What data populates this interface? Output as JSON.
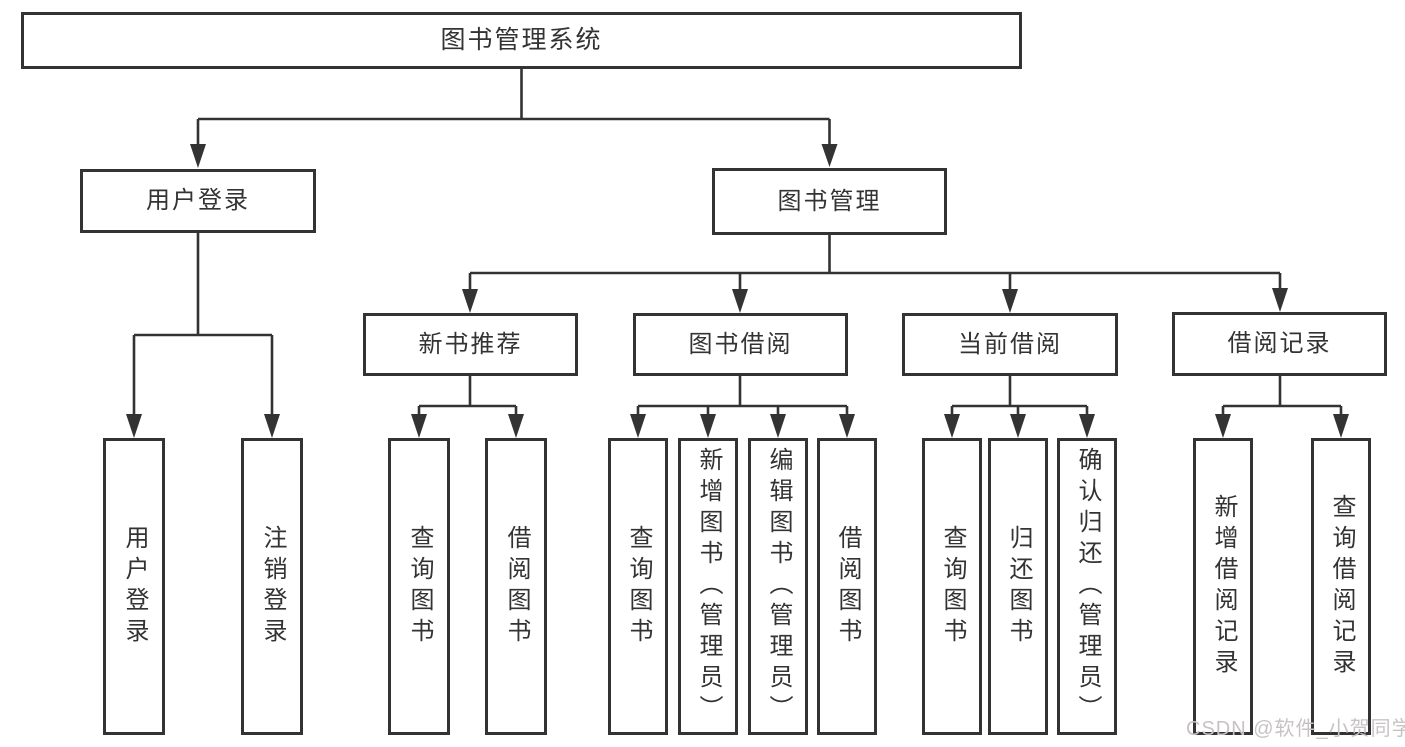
{
  "diagram_title": "图书管理系统",
  "nodes": {
    "root": "图书管理系统",
    "user_login": "用户登录",
    "book_mgmt": "图书管理",
    "new_book_rec": "新书推荐",
    "book_borrow": "图书借阅",
    "current_borrow": "当前借阅",
    "borrow_record": "借阅记录",
    "ul_user_login": "用户登录",
    "ul_logout": "注销登录",
    "nb_query_book": "查询图书",
    "nb_borrow_book": "借阅图书",
    "bb_query_book": "查询图书",
    "bb_add_book": "新增图书（管理员）",
    "bb_edit_book": "编辑图书（管理员）",
    "bb_borrow_book": "借阅图书",
    "cb_query_book": "查询图书",
    "cb_return_book": "归还图书",
    "cb_confirm_return": "确认归还（管理员）",
    "br_add_record": "新增借阅记录",
    "br_query_record": "查询借阅记录"
  },
  "hierarchy": {
    "root": [
      "user_login",
      "book_mgmt"
    ],
    "user_login": [
      "ul_user_login",
      "ul_logout"
    ],
    "book_mgmt": [
      "new_book_rec",
      "book_borrow",
      "current_borrow",
      "borrow_record"
    ],
    "new_book_rec": [
      "nb_query_book",
      "nb_borrow_book"
    ],
    "book_borrow": [
      "bb_query_book",
      "bb_add_book",
      "bb_edit_book",
      "bb_borrow_book"
    ],
    "current_borrow": [
      "cb_query_book",
      "cb_return_book",
      "cb_confirm_return"
    ],
    "borrow_record": [
      "br_add_record",
      "br_query_record"
    ]
  },
  "watermark": "CSDN @软件_小贺同学",
  "colors": {
    "line": "#333333",
    "box_border": "#333333",
    "text": "#333333",
    "watermark": "#c7c3c3",
    "background": "#ffffff"
  }
}
